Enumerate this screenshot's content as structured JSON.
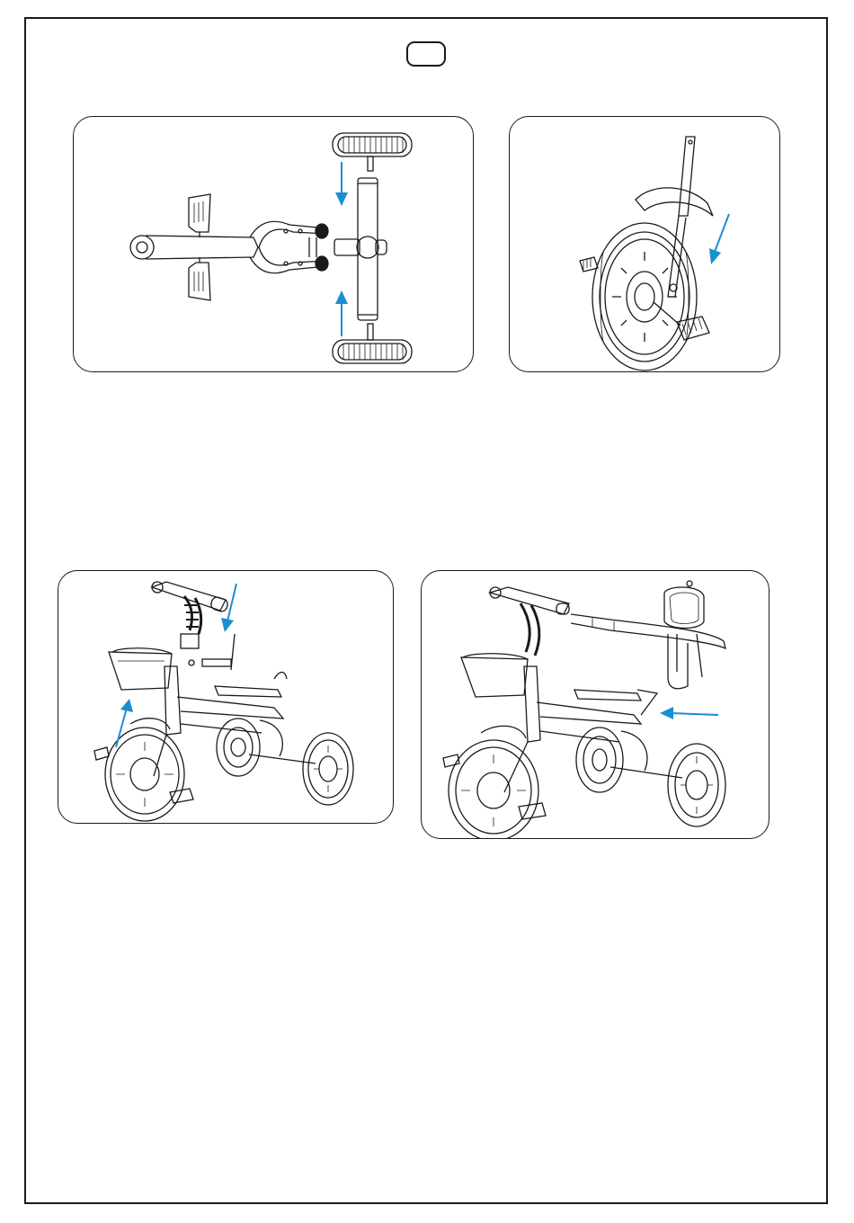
{
  "page": {
    "number_label": ""
  },
  "colors": {
    "line": "#1a1a1a",
    "arrow": "#1a8fd0"
  },
  "steps": [
    {
      "id": "step-1",
      "illustration": "rear-axle-wheels-top-view",
      "arrows": 2
    },
    {
      "id": "step-2",
      "illustration": "front-fork-wheel-assembly",
      "arrows": 1
    },
    {
      "id": "step-3",
      "illustration": "handlebar-basket-assembly",
      "arrows": 2
    },
    {
      "id": "step-4",
      "illustration": "push-handle-backrest-assembly",
      "arrows": 1
    }
  ]
}
